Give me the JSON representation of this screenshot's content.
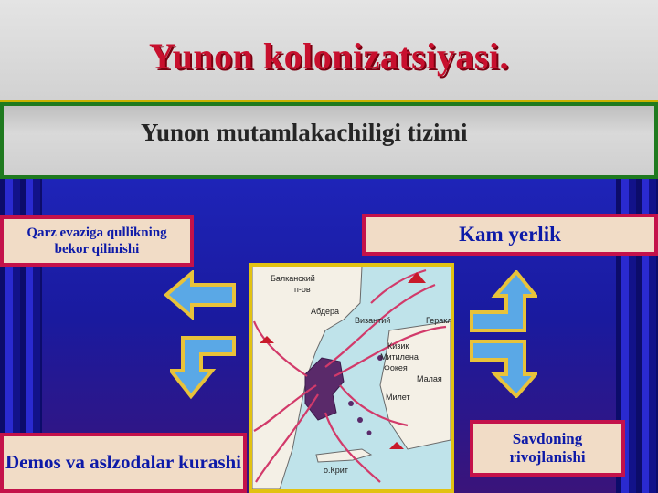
{
  "title": "Yunon kolonizatsiyasi.",
  "subtitle": "Yunon mutamlakachiligi tizimi",
  "boxes": {
    "debt": "Qarz evaziga qullikning bekor qilinishi",
    "land": "Kam yerlik",
    "demos": "Demos va aslzodalar kurashi",
    "trade": "Savdoning rivojlanishi"
  },
  "map": {
    "labels": {
      "balkan": "Балканский",
      "pen": "п-ов",
      "abdera": "Абдера",
      "vizantiy": "Византий",
      "gerakl": "Геракл",
      "kizik": "Кизик",
      "mitilena": "Митилена",
      "fokeya": "Фокея",
      "milet": "Милет",
      "malaya": "Малая",
      "krit": "о.Крит"
    }
  },
  "colors": {
    "title": "#c8102e",
    "box_border": "#c4124a",
    "box_fill": "#f1dcc6",
    "box_text": "#0d1aa8",
    "arrow_fill": "#5aa8e6",
    "arrow_border": "#e8c23a"
  }
}
